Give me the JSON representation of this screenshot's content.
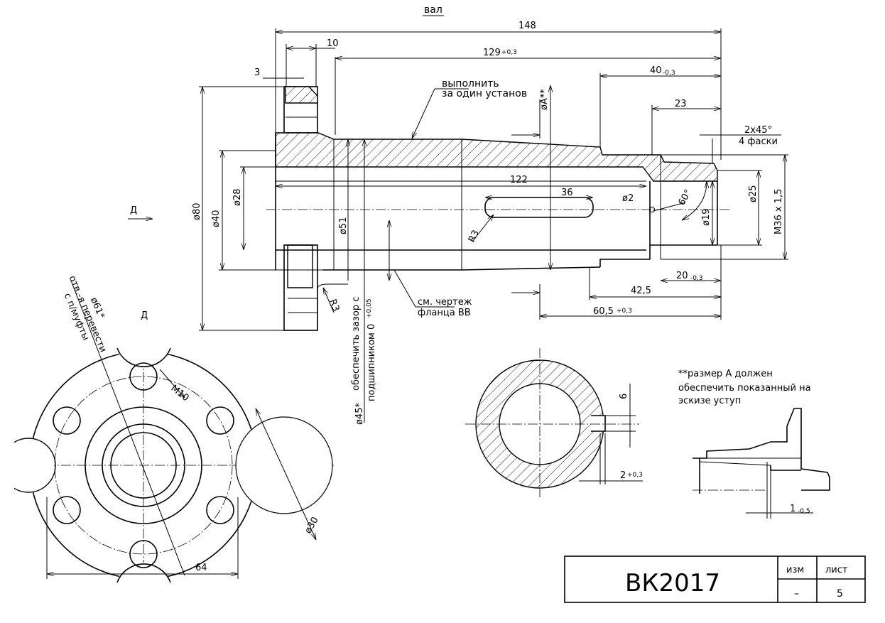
{
  "title": "вал",
  "dims": {
    "d148": "148",
    "d10": "10",
    "d129": "129",
    "d129_tol": "+0,3",
    "d3": "3",
    "d40": "40",
    "d40_tol": "-0,3",
    "d23": "23",
    "chamfer": "2x45°",
    "chamfer_count": "4 фаски",
    "phiA": "øA**",
    "phi80": "ø80",
    "phi40": "ø40",
    "phi28": "ø28",
    "d122": "122",
    "d36": "36",
    "phi2": "ø2",
    "ang60": "60°",
    "phi25": "ø25",
    "thread": "M36 x 1,5",
    "phi19": "ø19",
    "phi51": "ø51",
    "r3_slot": "R3",
    "r3_flange": "R3",
    "view_d": "Д",
    "d20": "20",
    "d20_tol": "-0,3",
    "d42_5": "42,5",
    "d60_5": "60,5",
    "d60_5_tol": "+0,3",
    "phi45": "ø45*",
    "phi61": "ø61*",
    "m10": "M10",
    "phi30": "ø30",
    "d64": "64",
    "d6": "6",
    "d2": "2",
    "d2_tol": "+0,3",
    "d1": "1",
    "d1_tol": "-0,5"
  },
  "notes": {
    "one_setup_1": "выполнить",
    "one_setup_2": "за один установ",
    "gap_1": "обеспечить зазор с",
    "gap_2": "подшипником 0",
    "gap_tol": "+0,05",
    "flange_1": "см. чертеж",
    "flange_2": "фланца ВВ",
    "holes_1": "отв.-я перевести",
    "holes_2": "с п/муфты",
    "sizeA_1": "**размер А должен",
    "sizeA_2": "обеспечить показанный на",
    "sizeA_3": "эскизе уступ",
    "view_label": "Д"
  },
  "title_block": {
    "code": "ВК2017",
    "rev_label": "изм",
    "sheet_label": "лист",
    "rev_value": "–",
    "sheet_value": "5"
  }
}
